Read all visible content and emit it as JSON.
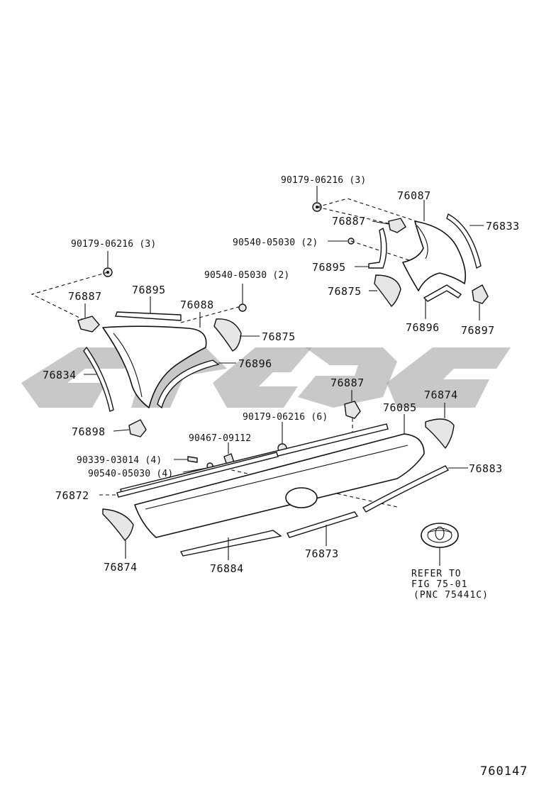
{
  "diagram": {
    "labels": {
      "p90179_top": "90179-06216 (3)",
      "p76087": "76087",
      "p76887_top": "76887",
      "p76833": "76833",
      "p90540_top": "90540-05030 (2)",
      "p76895_right": "76895",
      "p76875_right": "76875",
      "p76896_right": "76896",
      "p76897": "76897",
      "p90179_left": "90179-06216 (3)",
      "p90540_mid": "90540-05030 (2)",
      "p76887_left": "76887",
      "p76895_left": "76895",
      "p76088": "76088",
      "p76875_left": "76875",
      "p76834": "76834",
      "p76896_left": "76896",
      "p76898": "76898",
      "p76887_center": "76887",
      "p76085": "76085",
      "p76874_right": "76874",
      "p90179_center": "90179-06216 (6)",
      "p90467": "90467-09112",
      "p90339": "90339-03014 (4)",
      "p90540_bottom": "90540-05030 (4)",
      "p76872": "76872",
      "p76883": "76883",
      "p76874_left": "76874",
      "p76884": "76884",
      "p76873": "76873"
    },
    "reference_note": [
      "REFER TO",
      "FIG 75-01",
      "(PNC 75441C)"
    ],
    "figure_number": "760147"
  }
}
